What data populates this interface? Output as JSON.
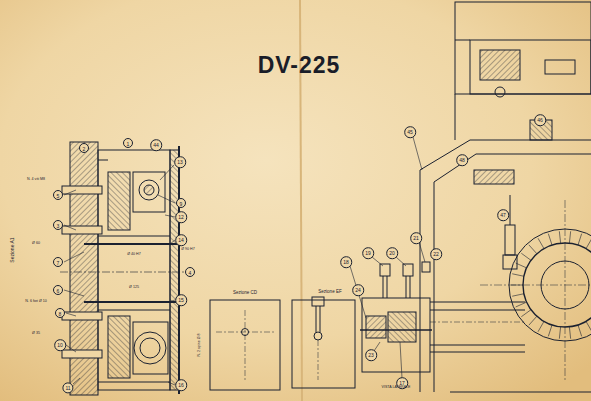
{
  "diagram": {
    "title": "DV-225",
    "labels": [
      "Sezione A1",
      "Sezione CD",
      "Sezione EF",
      "1",
      "44",
      "2",
      "5",
      "3",
      "7",
      "6",
      "8",
      "10",
      "11",
      "13",
      "9",
      "12",
      "14",
      "4",
      "15",
      "16",
      "18",
      "19",
      "20",
      "21",
      "22",
      "23",
      "17",
      "24",
      "45",
      "46",
      "47",
      "48",
      "N. 4 viti M8",
      "Ø 40 H7",
      "Ø 125",
      "Ø 60",
      "N. 6 fori Ø 10",
      "Ø 90 H7",
      "Ø 35",
      "N. 2 spine Ø 8",
      "VISTA LATERALE"
    ]
  }
}
